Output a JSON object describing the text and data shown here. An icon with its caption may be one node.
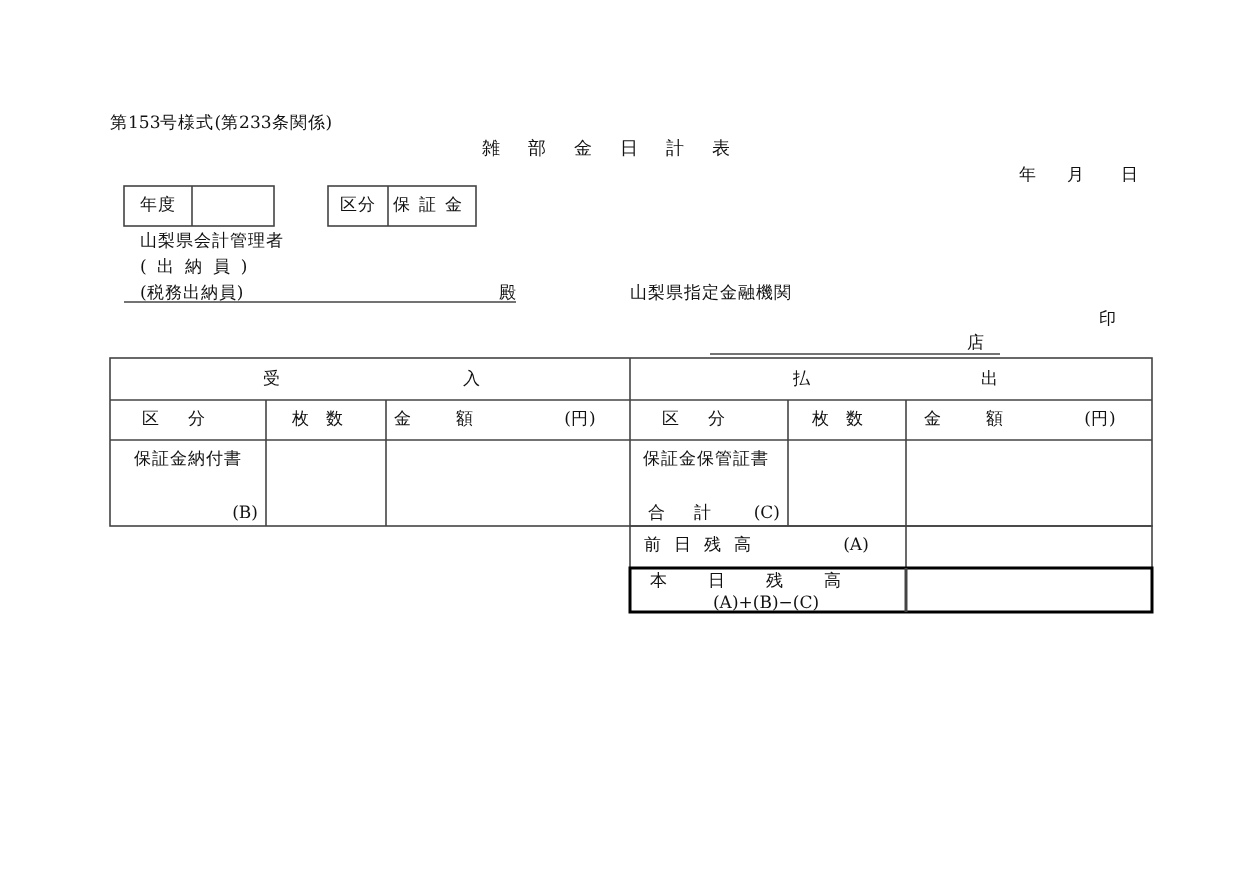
{
  "diagram": {
    "title": "雑部金日計表",
    "labels": [
      "第153号様式(第233条関係)",
      "年",
      "月",
      "日",
      "年度",
      "区分",
      "保証金",
      "山梨県会計管理者",
      "(出納員)",
      "(税務出納員)",
      "殿",
      "山梨県指定金融機関",
      "印",
      "店",
      "受",
      "入",
      "払",
      "出",
      "区分",
      "枚数",
      "金額",
      "(円)",
      "区分",
      "枚数",
      "金額",
      "(円)",
      "保証金納付書",
      "(B)",
      "保証金保管証書",
      "合計",
      "(C)",
      "前日残高",
      "(A)",
      "本日残高",
      "(A)+(B)−(C)"
    ]
  }
}
